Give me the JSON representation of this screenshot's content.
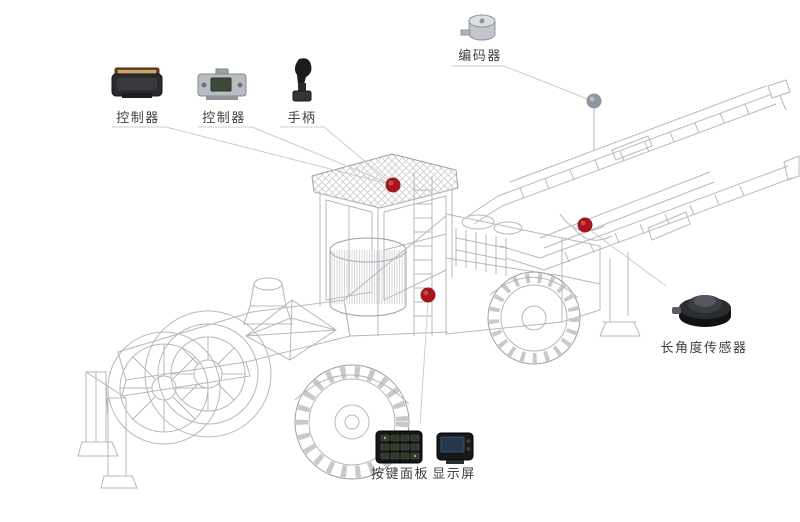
{
  "diagram": {
    "type": "annotated-component-callout-diagram",
    "components": [
      {
        "id": "controller-1",
        "label": "控制器",
        "icon": "controller-module-icon",
        "marker": "red"
      },
      {
        "id": "controller-2",
        "label": "控制器",
        "icon": "controller-module-icon",
        "marker": "red"
      },
      {
        "id": "handle",
        "label": "手柄",
        "icon": "joystick-icon",
        "marker": "red"
      },
      {
        "id": "encoder",
        "label": "编码器",
        "icon": "encoder-icon",
        "marker": "gray"
      },
      {
        "id": "angle-sensor",
        "label": "长角度传感器",
        "icon": "angle-sensor-icon",
        "marker": "red"
      },
      {
        "id": "keypad",
        "label": "按键面板",
        "icon": "keypad-icon",
        "marker": "red"
      },
      {
        "id": "display",
        "label": "显示屏",
        "icon": "display-screen-icon",
        "marker": "red"
      }
    ],
    "colors": {
      "marker_red": "#a4161c",
      "marker_gray": "#8e979e",
      "leader_line": "#cccccc",
      "wireframe": "#b4b8bd",
      "label_text": "#3f3f3f",
      "background": "#ffffff"
    }
  }
}
